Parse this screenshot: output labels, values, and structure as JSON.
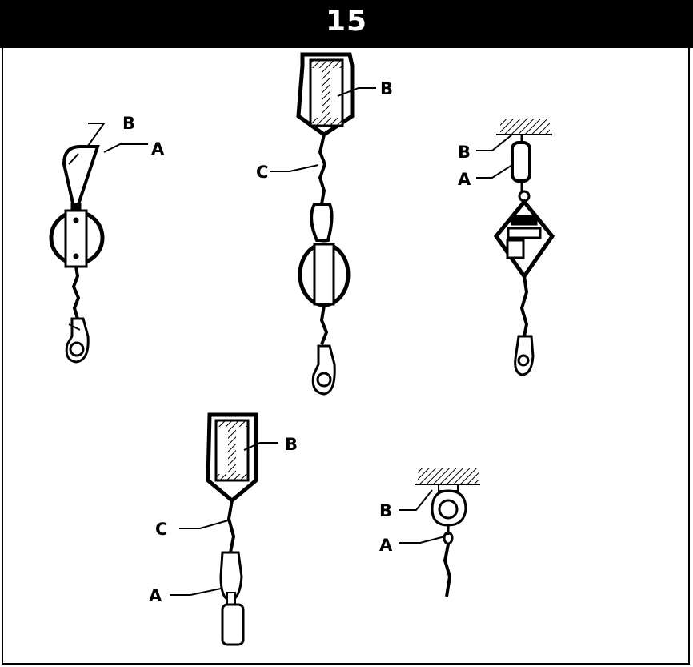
{
  "header": {
    "title": "15"
  },
  "figures": [
    {
      "id": "fig1",
      "labels": [
        "B",
        "A"
      ]
    },
    {
      "id": "fig2",
      "labels": [
        "B",
        "C"
      ]
    },
    {
      "id": "fig3",
      "labels": [
        "B",
        "A"
      ]
    },
    {
      "id": "fig4",
      "labels": [
        "B",
        "C",
        "A"
      ]
    },
    {
      "id": "fig5",
      "labels": [
        "B",
        "A"
      ]
    }
  ],
  "colors": {
    "ink": "#000000",
    "paper": "#ffffff",
    "header_bg": "#000000"
  }
}
